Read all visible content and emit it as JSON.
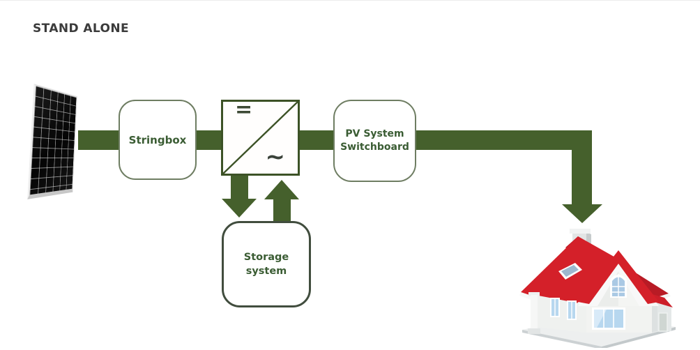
{
  "title": "STAND ALONE",
  "diagram": {
    "solar_panel": {
      "name": "solar panel"
    },
    "stringbox": {
      "label": "Stringbox"
    },
    "inverter": {
      "dc_symbol": "=",
      "ac_symbol": "~"
    },
    "switchboard": {
      "label_line1": "PV System",
      "label_line2": "Switchboard"
    },
    "storage": {
      "label_line1": "Storage",
      "label_line2": "system"
    },
    "house": {
      "name": "house"
    }
  },
  "colors": {
    "flow_green": "#45602c",
    "box_border_olive": "#6e7d62",
    "inverter_border_green": "#3c5226",
    "storage_border": "#414d3e",
    "label_green": "#3a5c33",
    "title_gray": "#3b3b3b",
    "roof_red": "#d42029",
    "window_blue": "#b7d7ef",
    "panel_black": "#0b0b0b"
  }
}
